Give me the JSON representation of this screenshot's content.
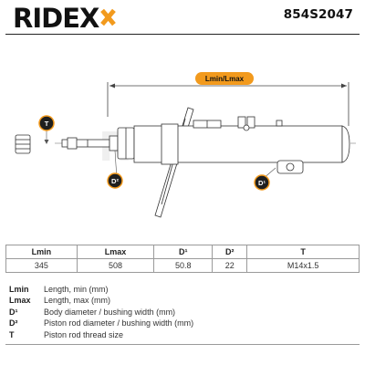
{
  "header": {
    "brand": "RIDEX",
    "part_number": "854S2047"
  },
  "drawing": {
    "length_label": "Lmin/Lmax",
    "thread_marker": "T",
    "rod_marker": "D²",
    "body_marker": "D¹"
  },
  "specs": {
    "columns": [
      "Lmin",
      "Lmax",
      "D¹",
      "D²",
      "T"
    ],
    "values": [
      "345",
      "508",
      "50.8",
      "22",
      "M14x1.5"
    ]
  },
  "legend": [
    {
      "key": "Lmin",
      "desc": "Length, min (mm)"
    },
    {
      "key": "Lmax",
      "desc": "Length, max (mm)"
    },
    {
      "key": "D¹",
      "desc": "Body diameter / bushing width (mm)"
    },
    {
      "key": "D²",
      "desc": "Piston rod diameter / bushing width (mm)"
    },
    {
      "key": "T",
      "desc": "Piston rod thread size"
    }
  ],
  "colors": {
    "accent_orange": "#f29a1d",
    "marker_dark": "#1f1f1f",
    "line": "#444444"
  }
}
